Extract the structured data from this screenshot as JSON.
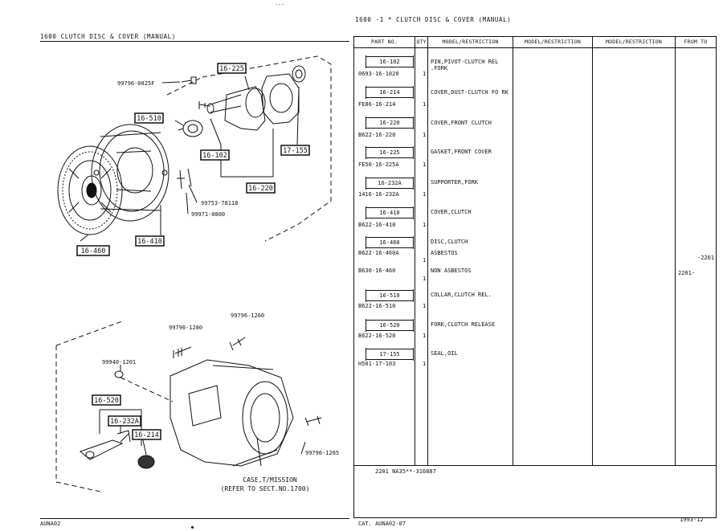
{
  "top_mark": "---",
  "header_right": "1600  -1 *  CLUTCH DISC & COVER (MANUAL)",
  "header_left": "1600     CLUTCH DISC & COVER (MANUAL)",
  "callouts": {
    "c16_225": "16-225",
    "c16_510": "16-510",
    "c16_102": "16-102",
    "c17_155": "17-155",
    "c16_220": "16-220",
    "c16_410": "16-410",
    "c16_460": "16-460",
    "c16_520": "16-520",
    "c16_232A": "16-232A",
    "c16_214": "16-214"
  },
  "labels": {
    "l99796_0825F": "99796-0825F",
    "l99753_78118": "99753-78118",
    "l99971_0800": "99971-0800",
    "l99796_1260": "99796-1260",
    "l99796_1280": "99796-1280",
    "l99940_1201": "99940-1201",
    "l99796_1265": "99796-1265",
    "case_1": "CASE,T/MISSION",
    "case_2": "(REFER TO SECT.NO.1700)"
  },
  "table": {
    "columns": [
      "PART NO.",
      "QTY",
      "MODEL/RESTRICTION",
      "MODEL/RESTRICTION",
      "MODEL/RESTRICTION",
      "FROM TO"
    ],
    "rows": [
      {
        "ref": "16-102",
        "part_no": "0693-16-1020",
        "qty": "1",
        "desc": "PIN,PIVOT-CLUTCH REL .FORK"
      },
      {
        "ref": "16-214",
        "part_no": "FE86-16-214",
        "qty": "1",
        "desc": "COVER,DUST-CLUTCH FO RK"
      },
      {
        "ref": "16-220",
        "part_no": "B622-16-220",
        "qty": "1",
        "desc": "COVER,FRONT CLUTCH"
      },
      {
        "ref": "16-225",
        "part_no": "FE50-16-225A",
        "qty": "1",
        "desc": "GASKET,FRONT COVER"
      },
      {
        "ref": "16-232A",
        "part_no": "1416-16-232A",
        "qty": "1",
        "desc": "SUPPORTER,FORK"
      },
      {
        "ref": "16-410",
        "part_no": "B622-16-410",
        "qty": "1",
        "desc": "COVER,CLUTCH"
      },
      {
        "ref": "16-460",
        "part_no": "",
        "qty": "",
        "desc": "DISC,CLUTCH"
      },
      {
        "ref": "",
        "part_no": "B622-16-460A",
        "qty": "1",
        "desc": "ASBESTOS",
        "range": "-2201"
      },
      {
        "ref": "",
        "part_no": "B630-16-460",
        "qty": "1",
        "desc": "NON ASBESTOS",
        "range": "2201-"
      },
      {
        "ref": "16-510",
        "part_no": "B622-16-510",
        "qty": "1",
        "desc": "COLLAR,CLUTCH REL."
      },
      {
        "ref": "16-520",
        "part_no": "B622-16-520",
        "qty": "1",
        "desc": "FORK,CLUTCH RELEASE"
      },
      {
        "ref": "17-155",
        "part_no": "H501-17-103",
        "qty": "1",
        "desc": "SEAL,OIL"
      }
    ],
    "footnote": "2201 NA35**-316887"
  },
  "footer_left": "AUNA02",
  "footer_catalog": "CAT. AUNA02-07",
  "footer_date": "1993-12"
}
